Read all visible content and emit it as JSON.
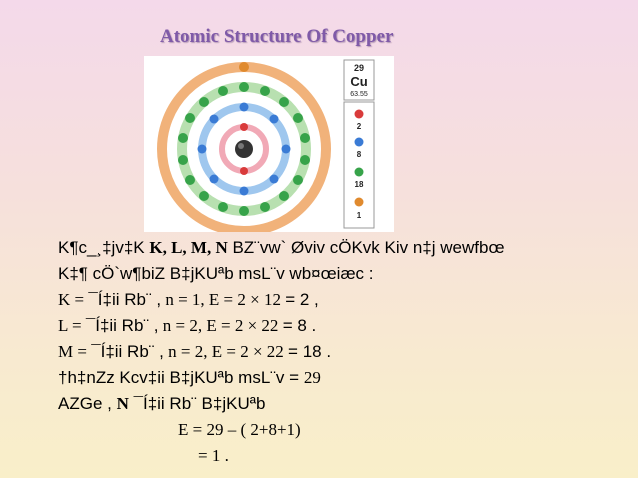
{
  "title": "Atomic Structure Of Copper",
  "element": {
    "number": "29",
    "symbol": "Cu",
    "mass": "63.55"
  },
  "shell_counts": [
    "2",
    "8",
    "18",
    "1"
  ],
  "line1": {
    "a": "K¶c_¸‡jv‡K ",
    "b": "K, L, M, N",
    "c": " BZ¨vw` Øviv cÖKvk Kiv n‡j wewfbœ"
  },
  "line2": "K‡¶ cÖ`w¶biZ B‡jKUªb msL¨v wb¤œiæc :",
  "line3": {
    "a": "K = ",
    "b": "¯Í‡ii Rb¨ ,",
    "c": "  n = 1, E = 2 × 12 ",
    "d": "= 2 ,"
  },
  "line4": {
    "a": "L = ",
    "b": " ¯Í‡ii Rb¨ ,",
    "c": " n = 2, E = 2 × 22 ",
    "d": "= 8 ."
  },
  "line5": {
    "a": "M = ",
    "b": "¯Í‡ii Rb¨ ,",
    "c": " n = 2, E = 2 × 22 ",
    "d": "= 18 ."
  },
  "line6": {
    "a": "†h‡nZz Kcv‡ii B‡jKUªb  msL¨v = ",
    "b": "29"
  },
  "line7": {
    "a": "AZGe , ",
    "b": "N",
    "c": " ¯Í‡ii Rb¨  B‡jKUªb"
  },
  "line8": "E = 29 – ( 2+8+1)",
  "line9": "= 1 ."
}
